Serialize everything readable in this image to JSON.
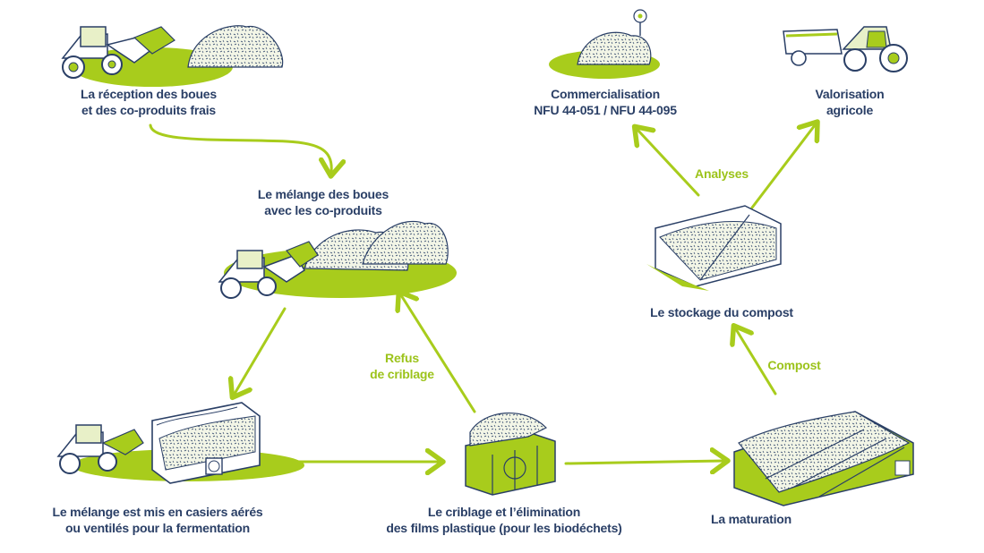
{
  "colors": {
    "navy": "#2a3f66",
    "lime": "#a8cc1c",
    "arrow": "#a8cc1c"
  },
  "steps": {
    "reception": {
      "line1": "La réception des boues",
      "line2": "et des co-produits frais"
    },
    "melange": {
      "line1": "Le mélange des boues",
      "line2": "avec les co-produits"
    },
    "casiers": {
      "line1": "Le mélange est mis en casiers aérés",
      "line2": "ou ventilés pour la fermentation"
    },
    "criblage": {
      "line1": "Le criblage et l’élimination",
      "line2": "des films plastique (pour les biodéchets)"
    },
    "maturation": {
      "line1": "La maturation"
    },
    "stockage": {
      "line1": "Le stockage du compost"
    },
    "commercialisation": {
      "line1": "Commercialisation",
      "line2": "NFU 44-051 / NFU 44-095"
    },
    "valorisation": {
      "line1": "Valorisation",
      "line2": "agricole"
    }
  },
  "annotations": {
    "refus": {
      "line1": "Refus",
      "line2": "de criblage"
    },
    "compost": "Compost",
    "analyses": "Analyses"
  },
  "icons": [
    "loader-icon",
    "compost-pile-icon",
    "aerated-bin-icon",
    "screening-machine-icon",
    "storage-bin-icon",
    "flower-icon",
    "tractor-trailer-icon"
  ]
}
